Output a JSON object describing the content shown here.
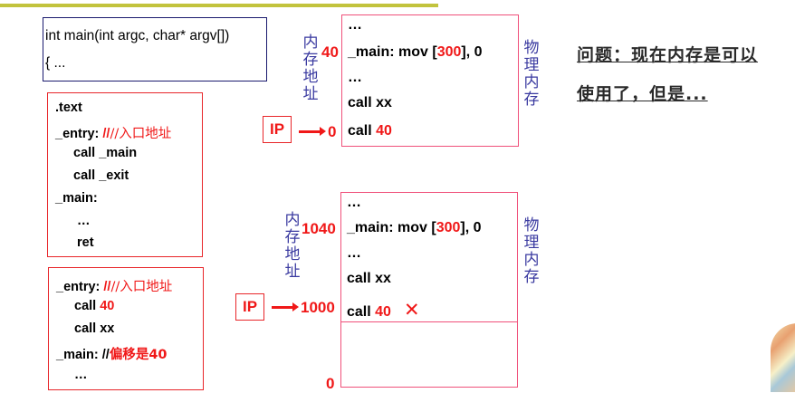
{
  "decor": {
    "topbar_color": "#c2c33d",
    "accent_red": "#f01818",
    "label_blue": "#3a3aa0"
  },
  "source_box": {
    "lines": [
      "int main(int argc, char* argv[])",
      "{ ..."
    ]
  },
  "asm_box_1": {
    "text_label": ".text",
    "entry_label": "_entry: ",
    "entry_comment": "//入口地址",
    "call_main": "call _main",
    "call_exit": "call _exit",
    "main_label": "_main:",
    "ellipsis": "…",
    "ret": "ret"
  },
  "asm_box_2": {
    "entry_label": "_entry: ",
    "entry_comment": "//入口地址",
    "call_prefix": "call ",
    "call_target": "40",
    "call_xx": "call xx",
    "main_label": "_main: //",
    "main_comment": "偏移是40",
    "ellipsis": "…"
  },
  "memory_top": {
    "address_label": [
      "内",
      "存",
      "地",
      "址"
    ],
    "physical_label": [
      "物",
      "理",
      "内",
      "存"
    ],
    "addr_main": "40",
    "addr_ip": "0",
    "ip_label": "IP",
    "lines": {
      "ellipsis_1": "…",
      "main_prefix": "_main: mov [",
      "main_addr": "300",
      "main_suffix": "],  0",
      "ellipsis_2": "…",
      "call_xx": "call xx",
      "call_prefix": "call ",
      "call_target": "40"
    }
  },
  "memory_bottom": {
    "address_label": [
      "内",
      "存",
      "地",
      "址"
    ],
    "physical_label": [
      "物",
      "理",
      "内",
      "存"
    ],
    "addr_main": "1040",
    "addr_ip": "1000",
    "addr_base": "0",
    "ip_label": "IP",
    "error_mark": "✕",
    "lines": {
      "ellipsis_1": "…",
      "main_prefix": "_main: mov [",
      "main_addr": "300",
      "main_suffix": "],  0",
      "ellipsis_2": "…",
      "call_xx": "call xx",
      "call_prefix": "call ",
      "call_target": "40"
    }
  },
  "question": {
    "line1": "问题：现在内存是可以",
    "line2": "使用了，但是..."
  },
  "logo": {
    "icon": "course-logo-image"
  }
}
